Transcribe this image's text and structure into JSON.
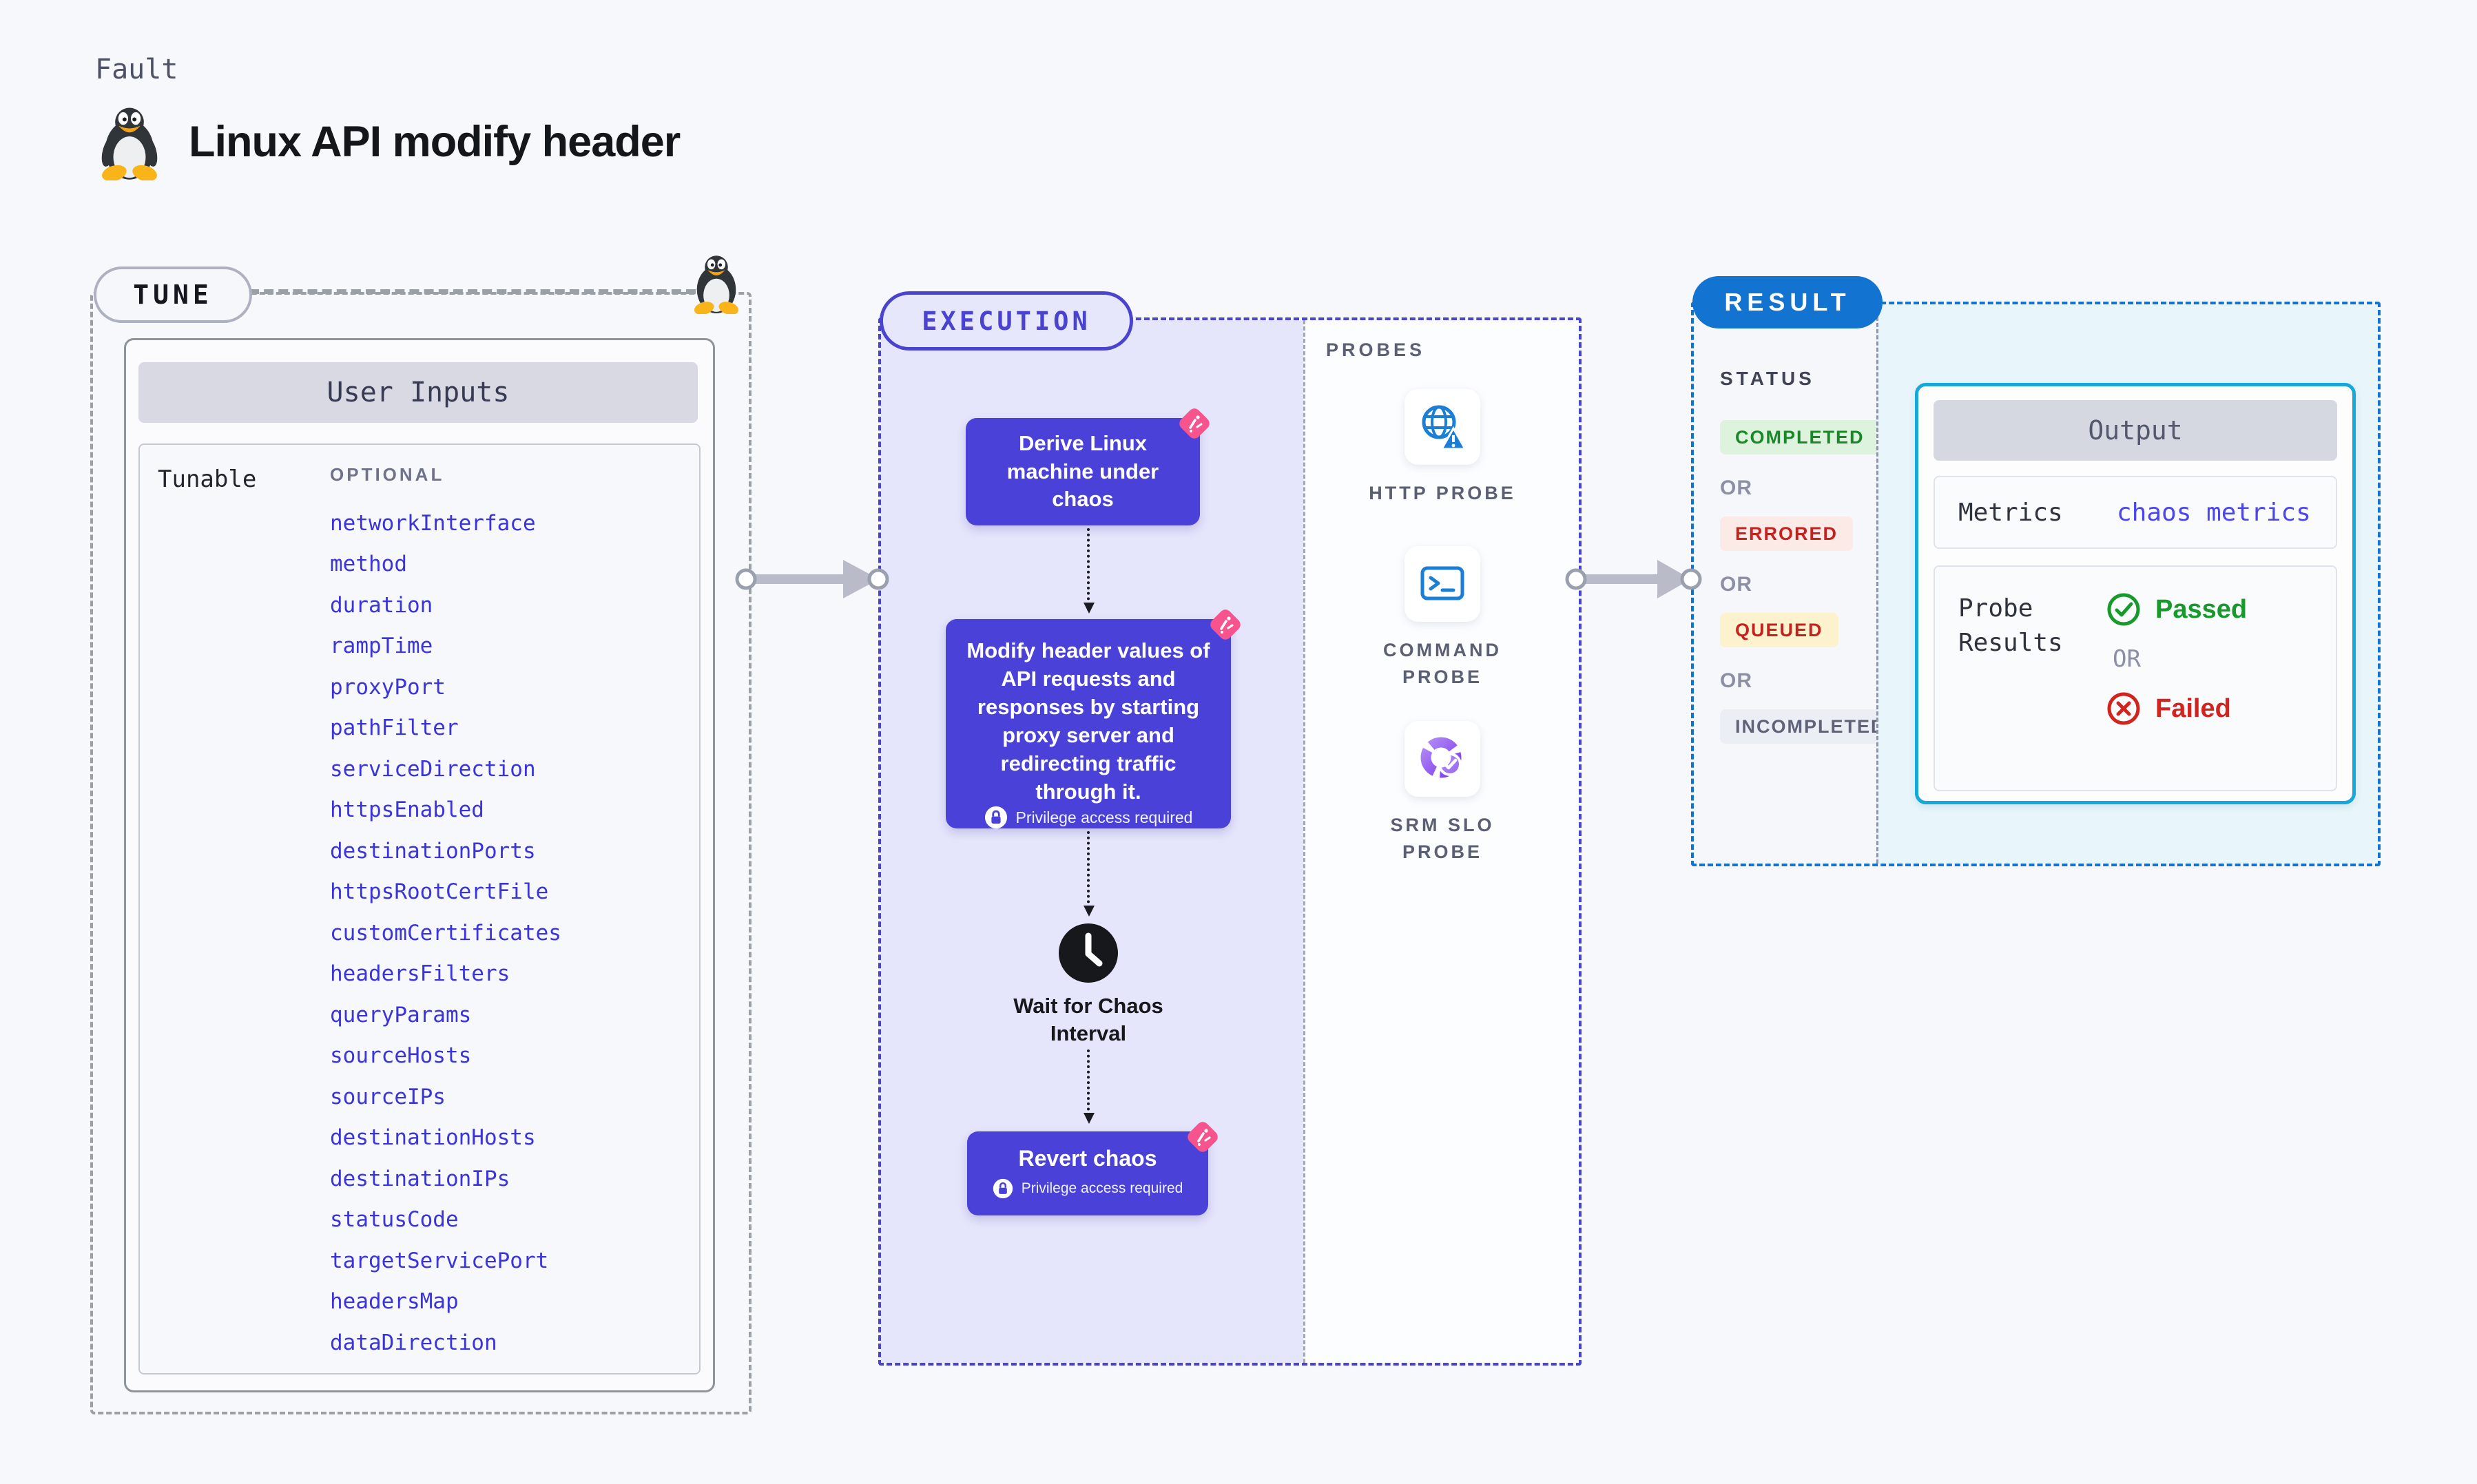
{
  "page": {
    "kicker": "Fault",
    "title": "Linux API modify header"
  },
  "tune": {
    "pill": "TUNE",
    "table_title": "User Inputs",
    "row_label": "Tunable",
    "optional_label": "OPTIONAL",
    "tunables": [
      "networkInterface",
      "method",
      "duration",
      "rampTime",
      "proxyPort",
      "pathFilter",
      "serviceDirection",
      "httpsEnabled",
      "destinationPorts",
      "httpsRootCertFile",
      "customCertificates",
      "headersFilters",
      "queryParams",
      "sourceHosts",
      "sourceIPs",
      "destinationHosts",
      "destinationIPs",
      "statusCode",
      "targetServicePort",
      "headersMap",
      "dataDirection"
    ]
  },
  "execution": {
    "pill": "EXECUTION",
    "steps": {
      "derive": "Derive Linux machine under chaos",
      "modify": "Modify header values of API requests and responses by starting proxy server and redirecting traffic through it.",
      "wait": "Wait for Chaos Interval",
      "revert": "Revert chaos"
    },
    "privilege_note": "Privilege access required"
  },
  "probes": {
    "label": "PROBES",
    "items": [
      {
        "name": "HTTP PROBE",
        "icon": "globe-alert-icon"
      },
      {
        "name": "COMMAND PROBE",
        "icon": "terminal-icon"
      },
      {
        "name": "SRM SLO PROBE",
        "icon": "slo-donut-check-icon"
      }
    ]
  },
  "result": {
    "pill": "RESULT",
    "status_label": "STATUS",
    "statuses": [
      "COMPLETED",
      "ERRORED",
      "QUEUED",
      "INCOMPLETED"
    ],
    "or_label": "OR",
    "output": {
      "title": "Output",
      "metrics_label": "Metrics",
      "metrics_value": "chaos metrics",
      "probe_results_label": "Probe Results",
      "passed": "Passed",
      "failed": "Failed"
    }
  },
  "icons": {
    "title_icon": "tux-penguin",
    "step_badge": "chaos-pink-badge",
    "wait_icon": "clock",
    "privilege_icon": "lock"
  },
  "colors": {
    "page_bg": "#f7f8fc",
    "indigo_box": "#4a41d8",
    "indigo_border": "#4a43cf",
    "lavender_bg": "#e5e5fb",
    "result_blue": "#1273d0",
    "output_cyan": "#18a7d9",
    "cyan_bg": "#e8f5fa",
    "pink_badge": "#f7548e",
    "green": "#1a8828",
    "red": "#c5221f",
    "link_blue": "#3a34da",
    "gray_dash": "#9aa0a6"
  }
}
